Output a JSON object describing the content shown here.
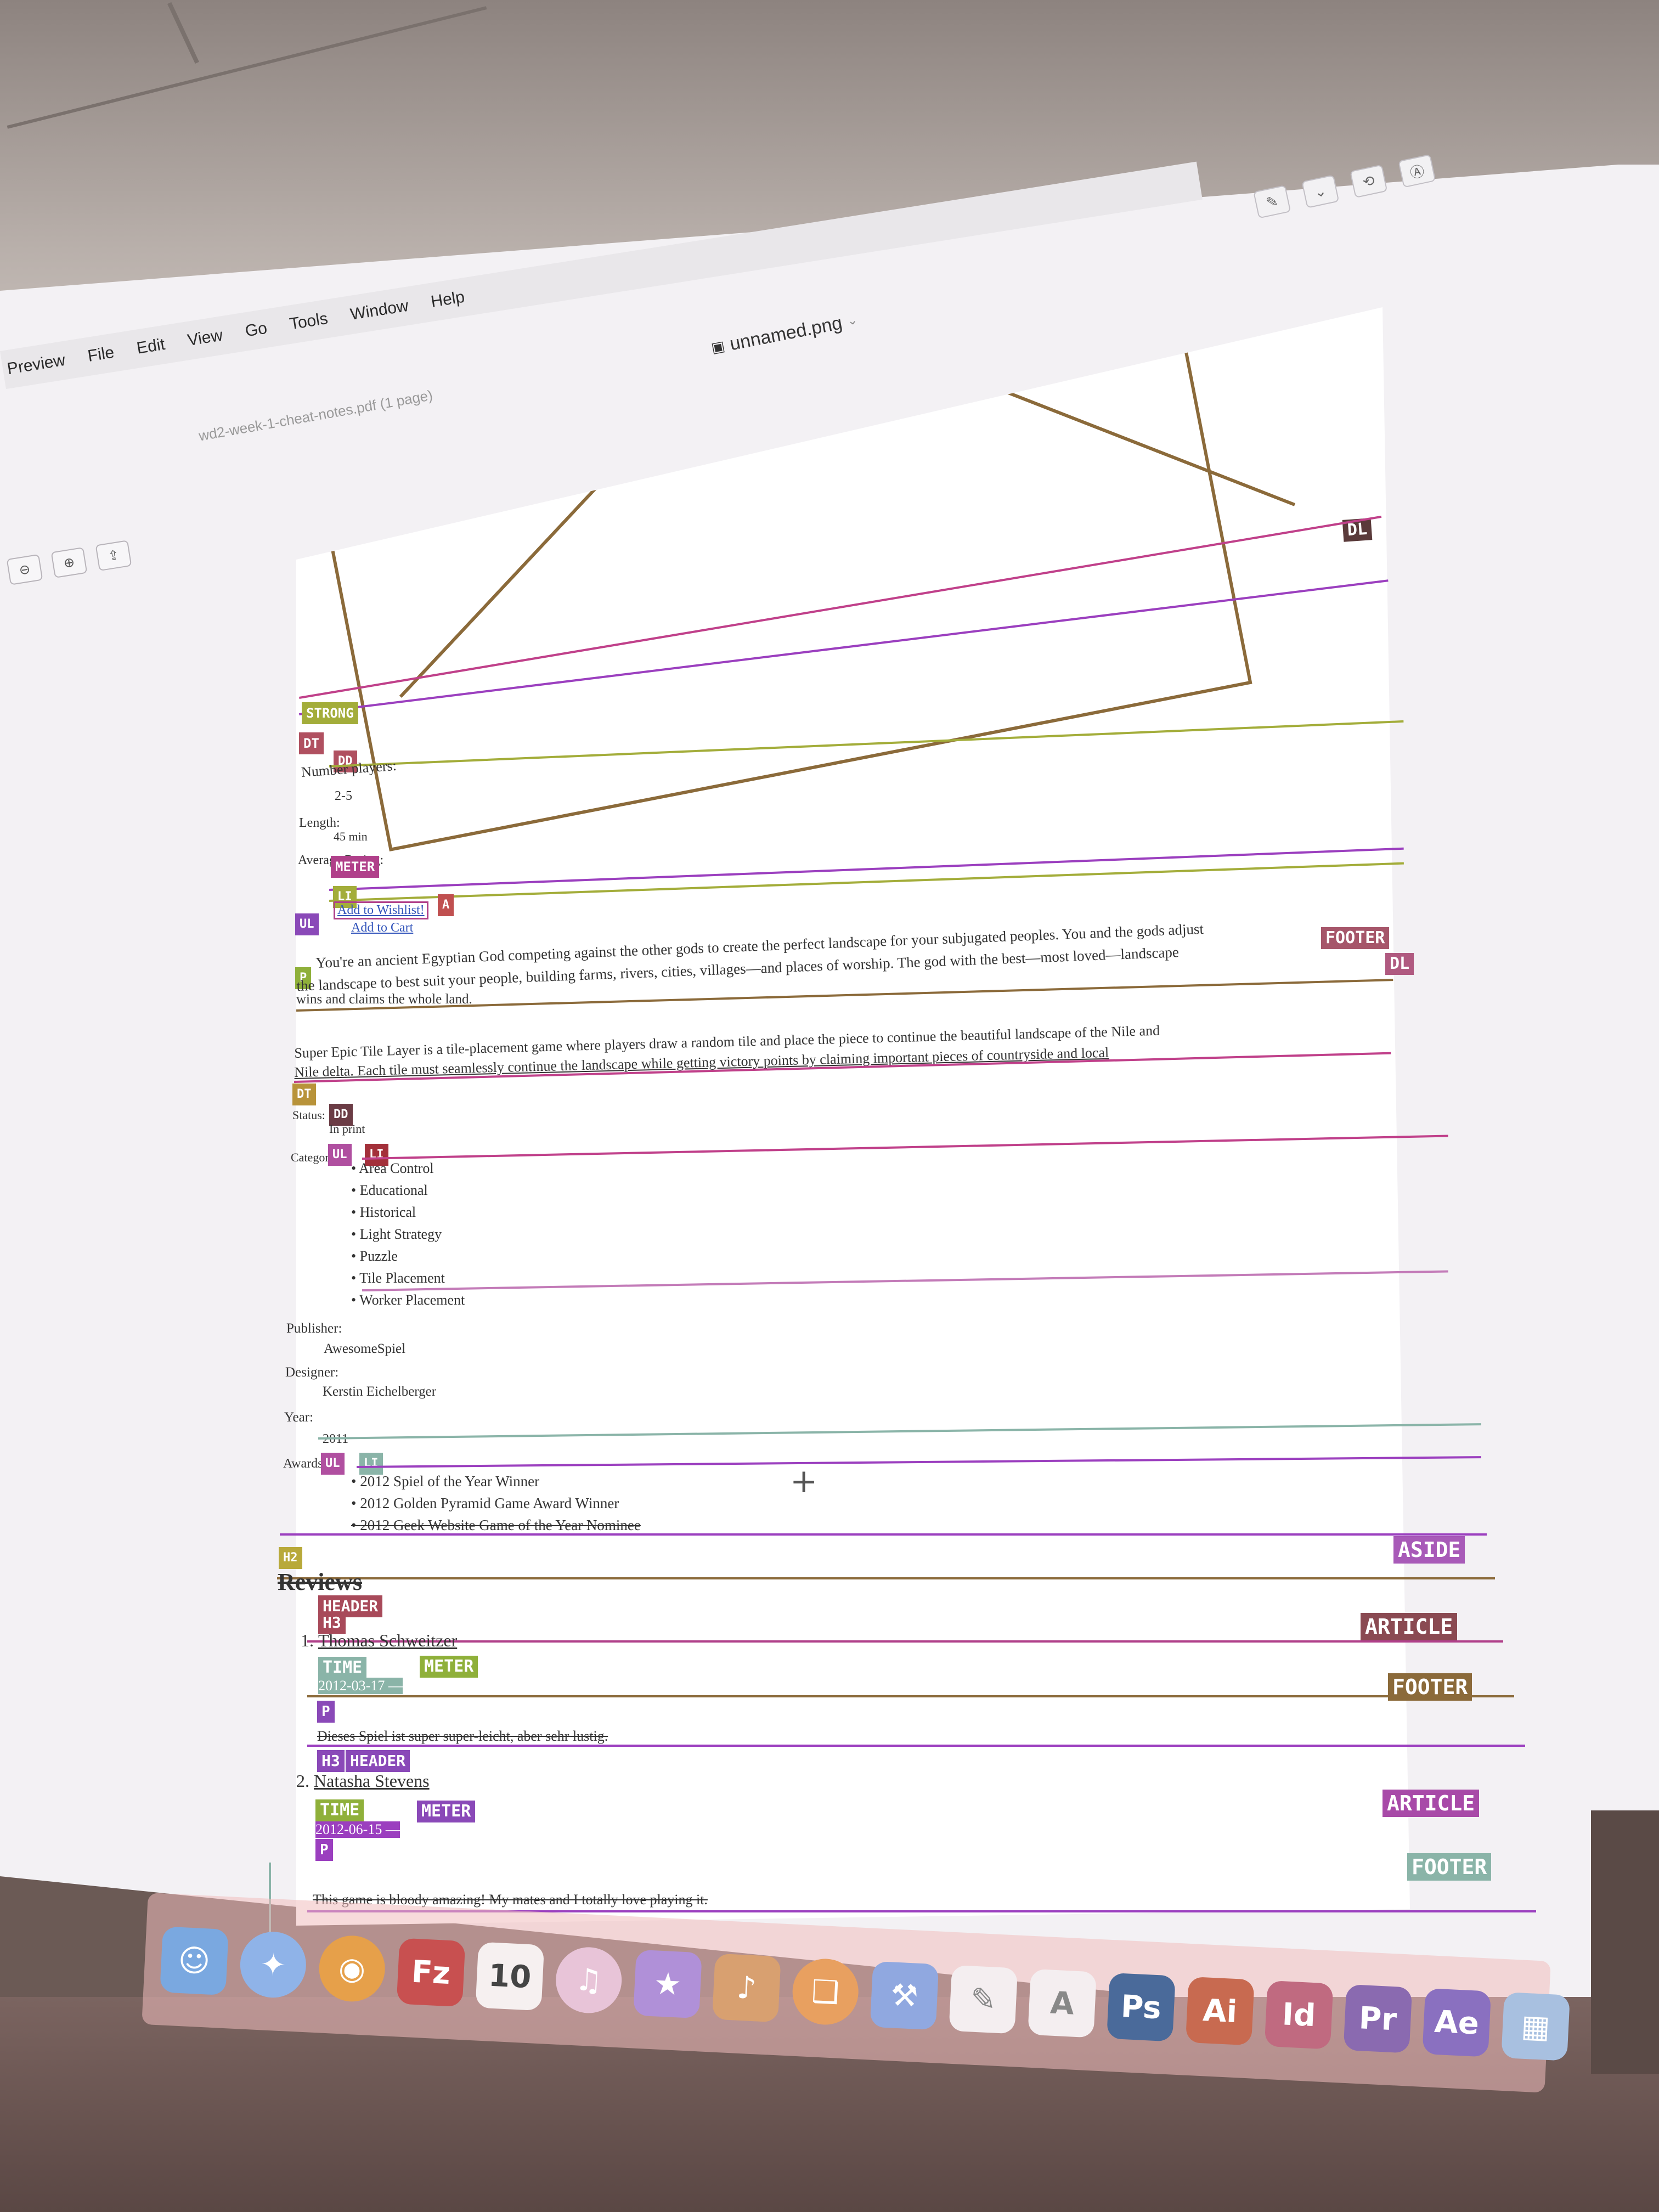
{
  "menubar": {
    "items": [
      "Preview",
      "File",
      "Edit",
      "View",
      "Go",
      "Tools",
      "Window",
      "Help"
    ]
  },
  "document": {
    "title": "wd2-week-1-cheat-notes.pdf (1 page)",
    "image_tab": "unnamed.png"
  },
  "page": {
    "tags": {
      "dl_top": "DL",
      "strong": "STRONG",
      "dt1": "DT",
      "dd1": "DD",
      "meter1": "METER",
      "li1": "LI",
      "ul1": "UL",
      "a1": "A",
      "p1": "P",
      "footer1": "FOOTER",
      "dl2": "DL",
      "dt2": "DT",
      "dd2": "DD",
      "ul2": "UL",
      "li2": "LI",
      "ul3": "UL",
      "li3": "LI",
      "h2": "H2",
      "aside": "ASIDE",
      "header1": "HEADER",
      "h3a": "H3",
      "article1": "ARTICLE",
      "time1": "TIME",
      "meter2": "METER",
      "footer2": "FOOTER",
      "p2": "P",
      "h3b": "H3",
      "header2": "HEADER",
      "time2": "TIME",
      "meter3": "METER",
      "article2": "ARTICLE",
      "p3": "P",
      "footer3": "FOOTER"
    },
    "details": {
      "number_players_label": "Number players:",
      "number_players": "2-5",
      "length_label": "Length:",
      "length": "45 min",
      "average_rating_label": "Average Rating:",
      "add_to_wishlist": "Add to Wishlist!",
      "add_to_cart": "Add to Cart"
    },
    "description": {
      "p1_line1": "You're an ancient Egyptian God competing against the other gods to create the perfect landscape for your subjugated peoples. You and the gods adjust",
      "p1_line2": "the landscape to best suit your people, building farms, rivers, cities, villages—and places of worship. The god with the best—most loved—landscape",
      "p1_line3": "wins and claims the whole land.",
      "p2_line1": "Super Epic Tile Layer is a tile-placement game where players draw a random tile and place the piece to continue the beautiful landscape of the Nile and",
      "p2_line2": "Nile delta. Each tile must seamlessly continue the landscape while getting victory points by claiming important pieces of countryside and local"
    },
    "meta": {
      "status_label": "Status:",
      "status": "In print",
      "categories_label": "Categories:",
      "categories": [
        "Area Control",
        "Educational",
        "Historical",
        "Light Strategy",
        "Puzzle",
        "Tile Placement",
        "Worker Placement"
      ],
      "publisher_label": "Publisher:",
      "publisher": "AwesomeSpiel",
      "designer_label": "Designer:",
      "designer": "Kerstin Eichelberger",
      "year_label": "Year:",
      "year": "2011",
      "awards_label": "Awards:",
      "awards": [
        "2012 Spiel of the Year Winner",
        "2012 Golden Pyramid Game Award Winner",
        "2012 Geek Website Game of the Year Nominee"
      ]
    },
    "reviews": {
      "heading": "Reviews",
      "items": [
        {
          "index": "1.",
          "name": "Thomas Schweitzer",
          "date": "2012-03-17 —",
          "text": "Dieses Spiel ist super super-leicht, aber sehr lustig."
        },
        {
          "index": "2.",
          "name": "Natasha Stevens",
          "date": "2012-06-15 —",
          "text": "This game is bloody amazing! My mates and I totally love playing it."
        }
      ]
    }
  },
  "dock": {
    "icons": [
      "finder-icon",
      "safari-icon",
      "chrome-icon",
      "filezilla-icon",
      "calendar-icon",
      "itunes-icon",
      "imovie-icon",
      "guitar-icon",
      "ibooks-icon",
      "xcode-icon",
      "pages-icon",
      "textedit-icon",
      "photoshop-icon",
      "illustrator-icon",
      "indesign-icon",
      "premiere-icon",
      "aftereffects-icon",
      "preview-icon"
    ],
    "labels": {
      "fz": "Fz",
      "cal": "10",
      "ps": "Ps",
      "ai": "Ai",
      "id": "Id",
      "pr": "Pr",
      "ae": "Ae"
    }
  },
  "colors": {
    "purple": "#9b3fbf",
    "magenta": "#c0408a",
    "olive": "#a3ad3a",
    "brown": "#8b6a3a",
    "dark": "#6b3c45",
    "teal": "#8ab4a8",
    "green": "#8fb03a"
  }
}
